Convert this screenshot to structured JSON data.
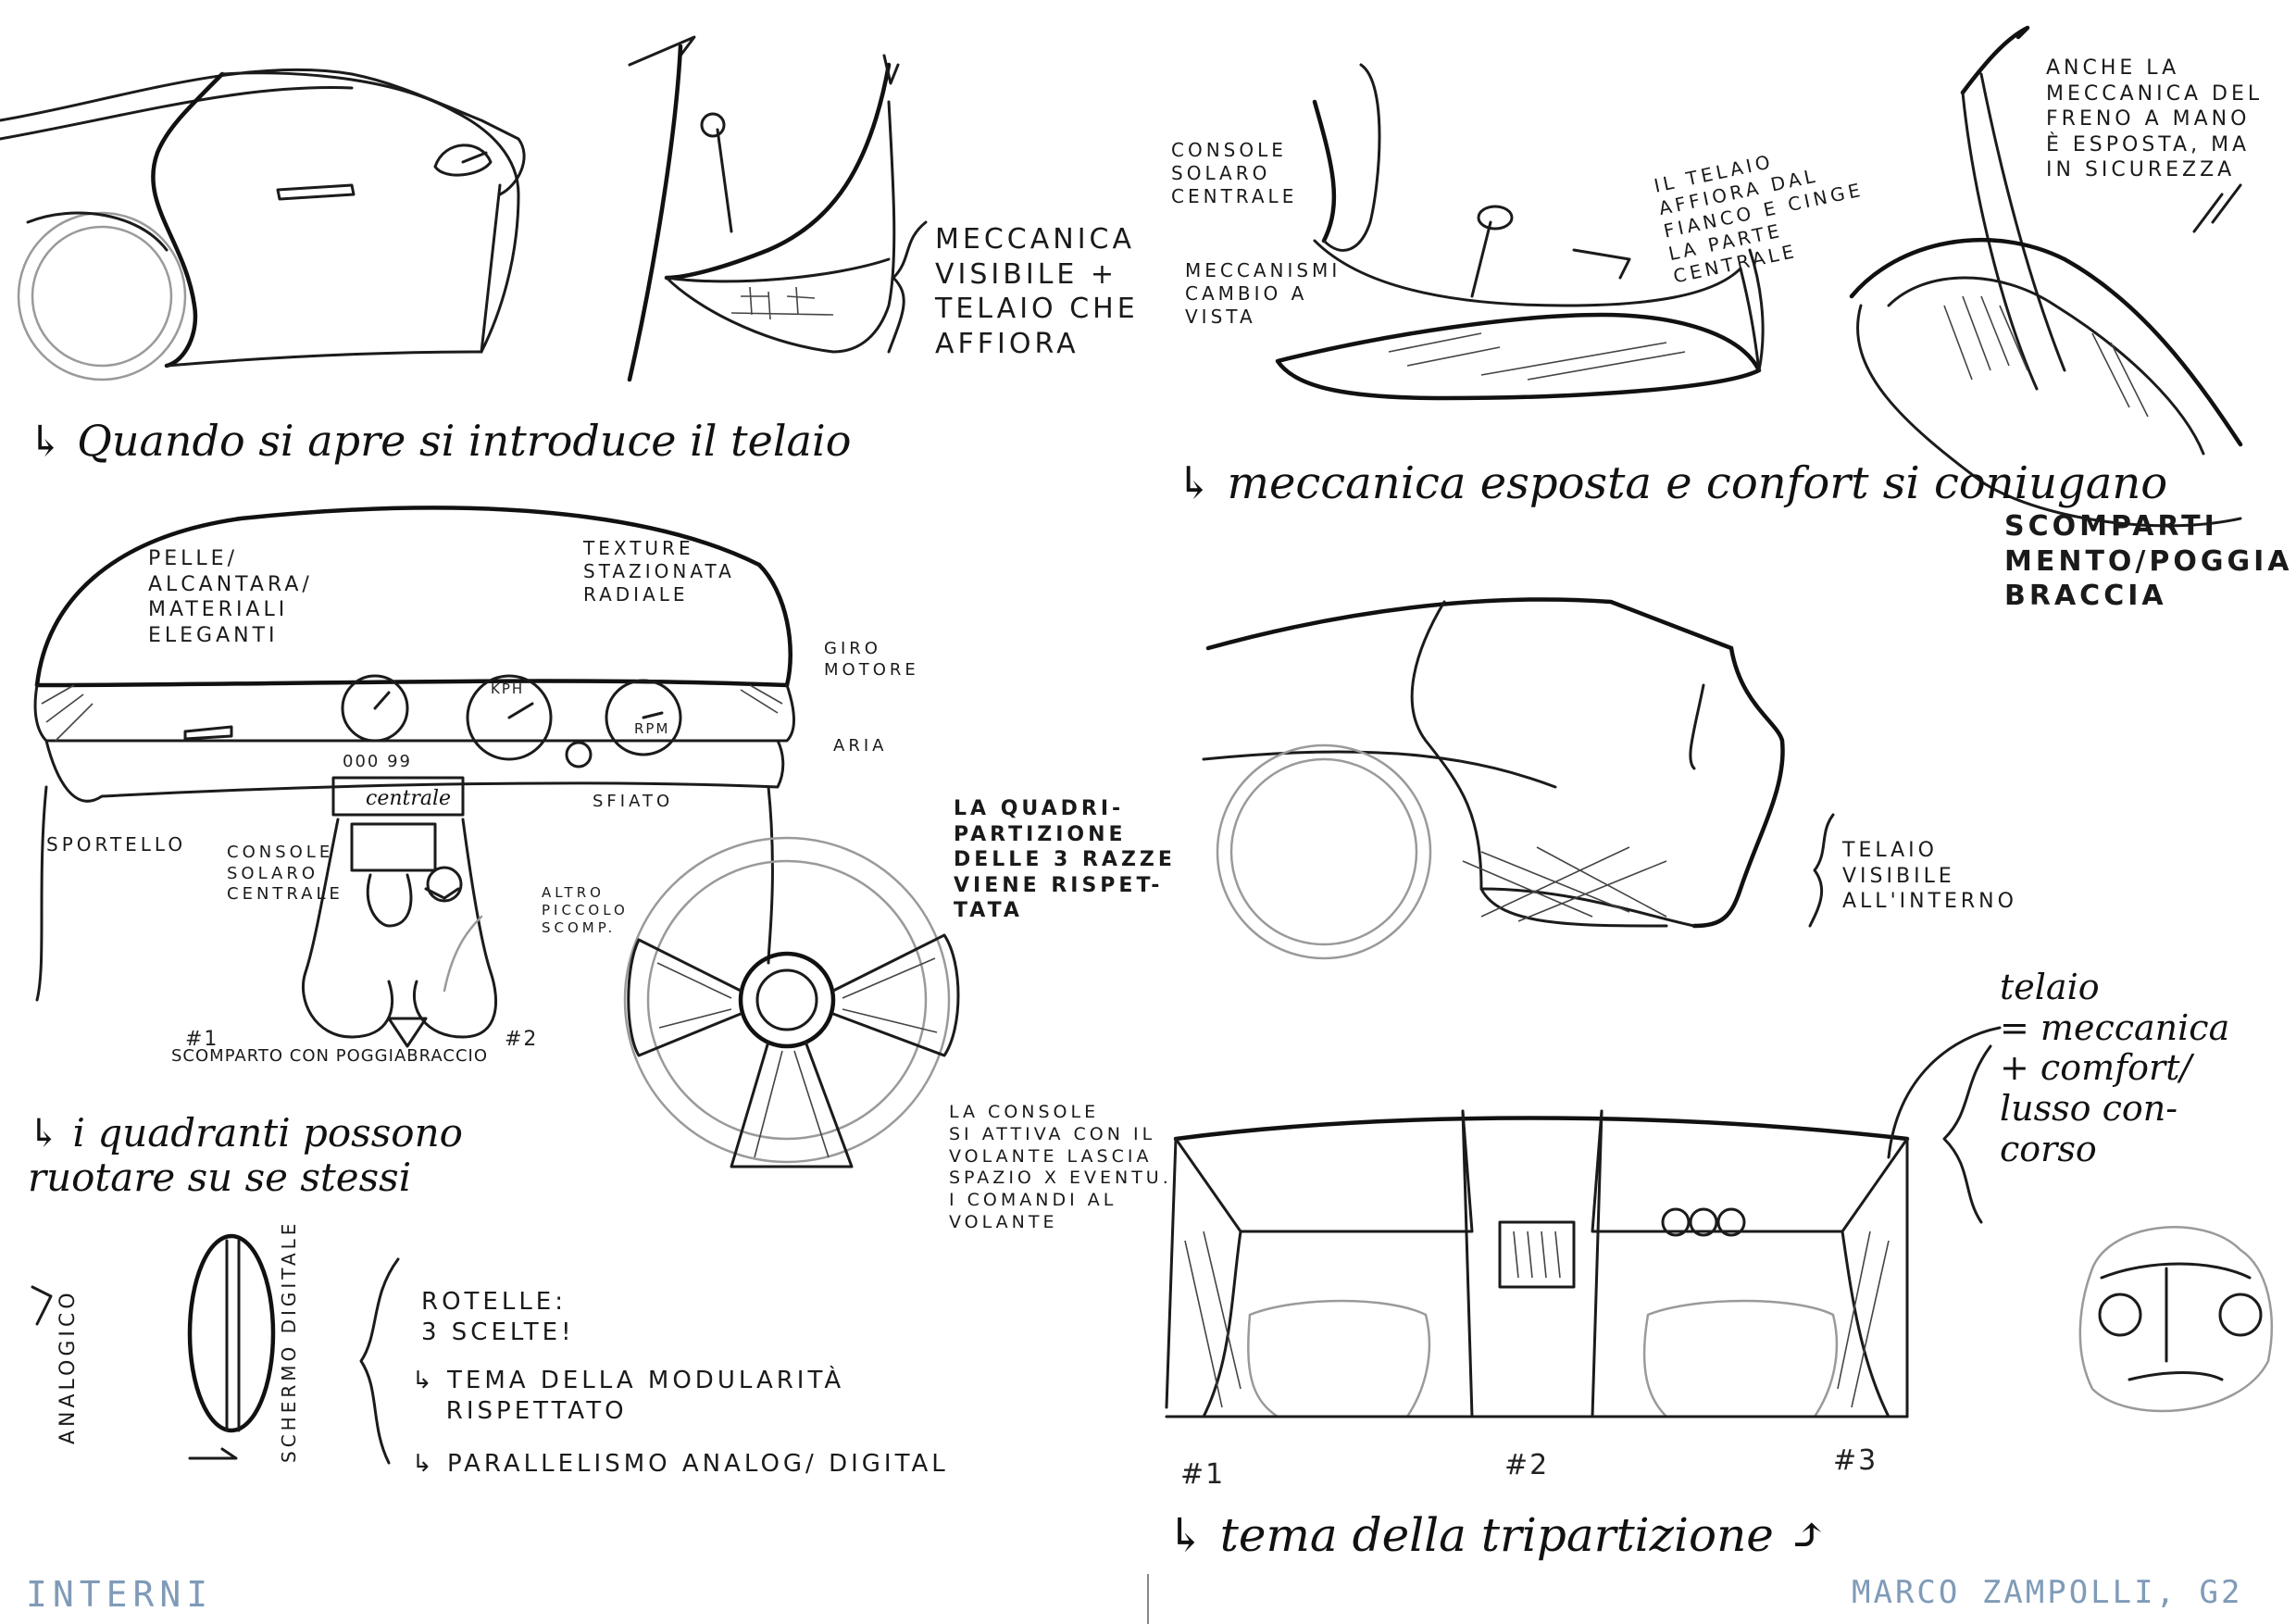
{
  "sheet": {
    "title_left": "INTERNI",
    "author_right": "MARCO ZAMPOLLI, G2",
    "ink_color": "#1b1b1b",
    "accent_color": "#7f9bb8"
  },
  "captions": {
    "c1": "↳ Quando si apre si introduce il telaio",
    "c2": "↳ meccanica esposta e confort si coniugano",
    "c3": "↳ i quadranti possono ruotare su se stessi",
    "c4": "↳ tema della tripartizione ⤴"
  },
  "notes": {
    "meccanica_visibile": "MECCANICA\nVISIBILE +\nTELAIO CHE\nAFFIORA",
    "cambio_vista": "MECCANISMI\nCAMBIO A\nVISTA",
    "console_solare": "CONSOLE\nSOLARO\nCENTRALE",
    "telaio_affiora": "IL TELAIO\nAFFIORA DAL\nFIANCO E CINGE\nLA PARTE\nCENTRALE",
    "meccanica_freno": "ANCHE LA\nMECCANICA DEL\nFRENO A MANO\nÈ ESPOSTA, MA\nIN SICUREZZA",
    "scomparti": "SCOMPARTI\nMENTO/POGGIA\nBRACCIA",
    "pelle": "PELLE/\nALCANTARA/\nMATERIALI\nELEGANTI",
    "texture": "TEXTURE\nSTAZIONATA\nRADIALE",
    "giro_motore": "GIRO\nMOTORE",
    "aria": "ARIA",
    "sportello": "SPORTELLO",
    "console_centrale": "CONSOLE\nSOLARO\nCENTRALE",
    "altro_piccolo": "ALTRO\nPICCOLO\nSCOMP.",
    "sfiato": "SFIATO",
    "quadripartizione": "LA QUADRI-\nPARTIZIONE\nDELLE 3 RAZZE\nVIENE RISPET-\nTATA",
    "scomparto": "SCOMPARTO CON POGGIABRACCIO",
    "num1": "#1",
    "num2": "#2",
    "console_note": "LA CONSOLE\nSI ATTIVA CON IL\nVOLANTE LASCIA\nSPAZIO X EVENTU.\nI COMANDI AL\nVOLANTE",
    "telaio_visibile": "TELAIO\nVISIBILE\nALL'INTERNO",
    "rotelle": "ROTELLE:\n3 SCELTE!",
    "tema_modularita": "↳ TEMA DELLA MODULARITÀ\n   RISPETTATO",
    "parallelismo": "↳ PARALLELISMO ANALOG/ DIGITAL",
    "analogico": "ANALOGICO",
    "digitale": "SCHERMO DIGITALE",
    "telaio_meccanica": "telaio\n= meccanica\n+ comfort/\nlusso con-\ncorso",
    "mark_1": "#1",
    "mark_2": "#2",
    "mark_3": "#3",
    "gauge_rpm": "RPM",
    "gauge_kph": "KPH",
    "odo": "000 99",
    "console_word": "centrale"
  }
}
